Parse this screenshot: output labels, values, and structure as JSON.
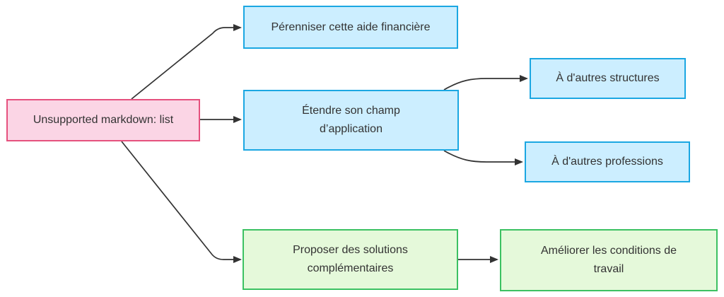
{
  "nodes": {
    "root": {
      "variant": "pink",
      "lines": [
        "Unsupported markdown: list"
      ]
    },
    "perenniser": {
      "variant": "blue",
      "lines": [
        "Pérenniser cette aide financière"
      ]
    },
    "etendre": {
      "variant": "blue",
      "lines": [
        "Étendre son champ",
        "d’application"
      ]
    },
    "structures": {
      "variant": "blue",
      "lines": [
        "À d'autres structures"
      ]
    },
    "professions": {
      "variant": "blue",
      "lines": [
        "À d'autres professions"
      ]
    },
    "proposer": {
      "variant": "green",
      "lines": [
        "Proposer des solutions",
        "complémentaires"
      ]
    },
    "ameliorer": {
      "variant": "green",
      "lines": [
        "Améliorer les conditions de",
        "travail"
      ]
    }
  },
  "edges": [
    {
      "from": "root",
      "to": "perenniser"
    },
    {
      "from": "root",
      "to": "etendre"
    },
    {
      "from": "root",
      "to": "proposer"
    },
    {
      "from": "etendre",
      "to": "structures"
    },
    {
      "from": "etendre",
      "to": "professions"
    },
    {
      "from": "proposer",
      "to": "ameliorer"
    }
  ],
  "colors": {
    "background": "#ffffff",
    "text": "#333333",
    "edge": "#333333",
    "pink-fill": "#fbd5e5",
    "pink-stroke": "#e5517e",
    "blue-fill": "#cceeff",
    "blue-stroke": "#1ba7e2",
    "green-fill": "#e5f9da",
    "green-stroke": "#3cc162"
  }
}
